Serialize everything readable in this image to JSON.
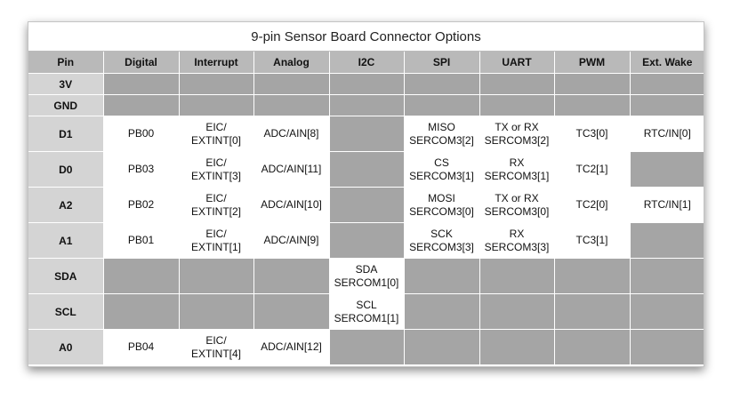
{
  "title": "9-pin Sensor Board Connector Options",
  "headers": [
    "Pin",
    "Digital",
    "Interrupt",
    "Analog",
    "I2C",
    "SPI",
    "UART",
    "PWM",
    "Ext. Wake"
  ],
  "rows": [
    {
      "pin": "3V",
      "cells": [
        null,
        null,
        null,
        null,
        null,
        null,
        null,
        null
      ]
    },
    {
      "pin": "GND",
      "cells": [
        null,
        null,
        null,
        null,
        null,
        null,
        null,
        null
      ]
    },
    {
      "pin": "D1",
      "cells": [
        [
          "PB00"
        ],
        [
          "EIC/",
          "EXTINT[0]"
        ],
        [
          "ADC/AIN[8]"
        ],
        null,
        [
          "MISO",
          "SERCOM3[2]"
        ],
        [
          "TX or RX",
          "SERCOM3[2]"
        ],
        [
          "TC3[0]"
        ],
        [
          "RTC/IN[0]"
        ]
      ]
    },
    {
      "pin": "D0",
      "cells": [
        [
          "PB03"
        ],
        [
          "EIC/",
          "EXTINT[3]"
        ],
        [
          "ADC/AIN[11]"
        ],
        null,
        [
          "CS",
          "SERCOM3[1]"
        ],
        [
          "RX",
          "SERCOM3[1]"
        ],
        [
          "TC2[1]"
        ],
        null
      ]
    },
    {
      "pin": "A2",
      "cells": [
        [
          "PB02"
        ],
        [
          "EIC/",
          "EXTINT[2]"
        ],
        [
          "ADC/AIN[10]"
        ],
        null,
        [
          "MOSI",
          "SERCOM3[0]"
        ],
        [
          "TX or RX",
          "SERCOM3[0]"
        ],
        [
          "TC2[0]"
        ],
        [
          "RTC/IN[1]"
        ]
      ]
    },
    {
      "pin": "A1",
      "cells": [
        [
          "PB01"
        ],
        [
          "EIC/",
          "EXTINT[1]"
        ],
        [
          "ADC/AIN[9]"
        ],
        null,
        [
          "SCK",
          "SERCOM3[3]"
        ],
        [
          "RX",
          "SERCOM3[3]"
        ],
        [
          "TC3[1]"
        ],
        null
      ]
    },
    {
      "pin": "SDA",
      "cells": [
        null,
        null,
        null,
        [
          "SDA",
          "SERCOM1[0]"
        ],
        null,
        null,
        null,
        null
      ]
    },
    {
      "pin": "SCL",
      "cells": [
        null,
        null,
        null,
        [
          "SCL",
          "SERCOM1[1]"
        ],
        null,
        null,
        null,
        null
      ]
    },
    {
      "pin": "A0",
      "cells": [
        [
          "PB04"
        ],
        [
          "EIC/",
          "EXTINT[4]"
        ],
        [
          "ADC/AIN[12]"
        ],
        null,
        null,
        null,
        null,
        null
      ]
    }
  ],
  "colors": {
    "header_bg": "#b9b9b9",
    "pin_bg": "#d4d4d4",
    "empty_bg": "#a5a5a5",
    "cell_bg": "#ffffff"
  }
}
